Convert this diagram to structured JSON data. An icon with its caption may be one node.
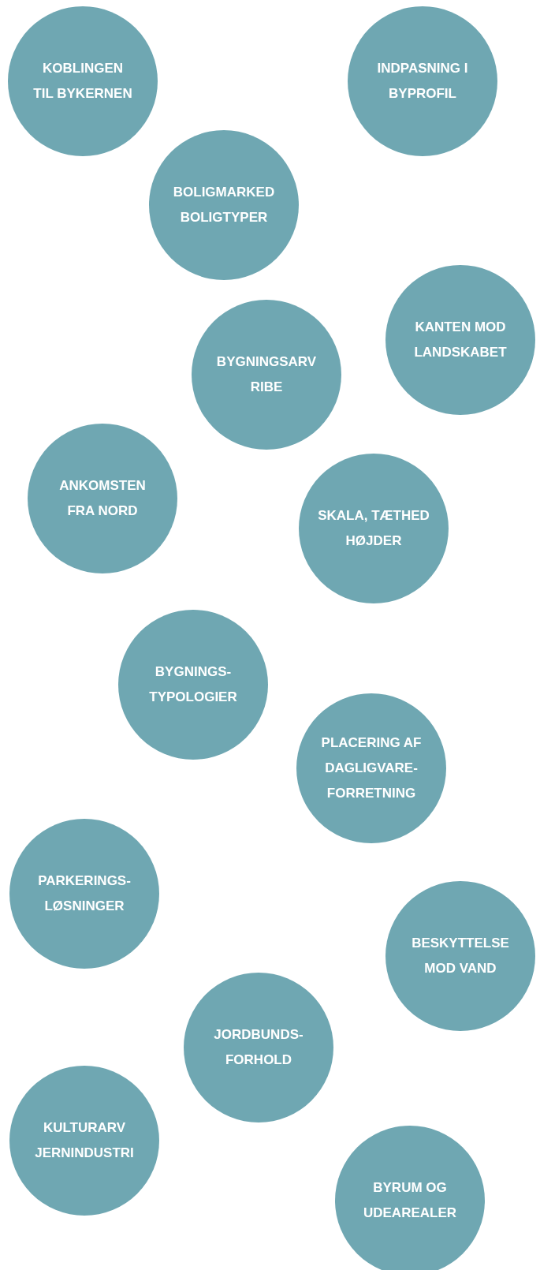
{
  "diagram": {
    "nodes": [
      {
        "text": [
          "KOBLINGEN TIL BYKERNEN"
        ]
      },
      {
        "text": [
          "INDPASNING I BYPROFIL"
        ]
      },
      {
        "text": [
          "BOLIGMARKED BOLIGTYPER"
        ]
      },
      {
        "text": [
          "KANTEN MOD LANDSKABET"
        ]
      },
      {
        "text": [
          "BYGNINGSARV RIBE"
        ]
      },
      {
        "text": [
          "ANKOMSTEN FRA NORD"
        ]
      },
      {
        "text": [
          "SKALA, TÆTHED HØJDER"
        ]
      },
      {
        "text": [
          "BYGNINGS- TYPOLOGIER"
        ]
      },
      {
        "text": [
          "PLACERING AF DAGLIGVARE- FORRETNING"
        ]
      },
      {
        "text": [
          "PARKERINGS- LØSNINGER"
        ]
      },
      {
        "text": [
          "BESKYTTELSE MOD VAND"
        ]
      },
      {
        "text": [
          "JORDBUNDS- FORHOLD"
        ]
      },
      {
        "text": [
          "KULTURARV JERNINDUSTRI"
        ]
      },
      {
        "text": [
          "BYRUM OG UDEAREALER"
        ]
      }
    ]
  }
}
